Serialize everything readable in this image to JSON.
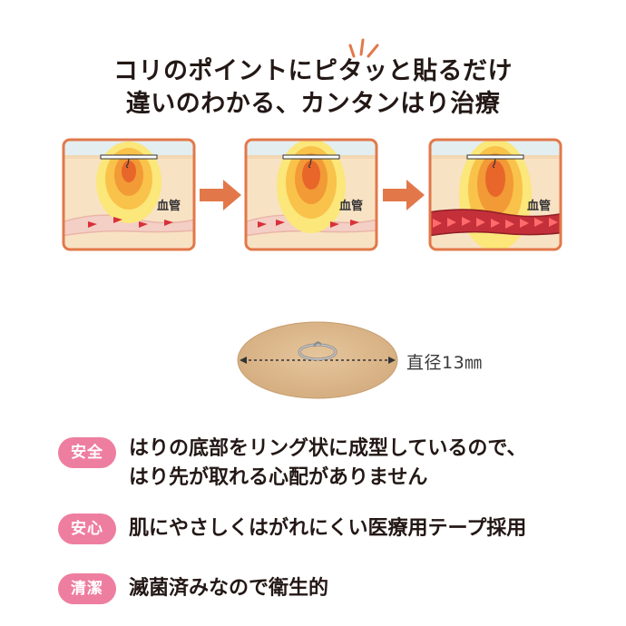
{
  "headline": {
    "line1": "コリのポイントにピタッと貼るだけ",
    "line2": "違いのわかる、カンタンはり治療"
  },
  "diagram": {
    "panels": [
      {
        "label": "血管",
        "heat_level": 1,
        "blood_flow": "normal"
      },
      {
        "label": "血管",
        "heat_level": 2,
        "blood_flow": "normal"
      },
      {
        "label": "血管",
        "heat_level": 3,
        "blood_flow": "increased"
      }
    ]
  },
  "patch": {
    "diameter_label": "直径13㎜"
  },
  "features": [
    {
      "badge": "安全",
      "lines": [
        "はりの底部をリング状に成型しているので、",
        "はり先が取れる心配がありません"
      ]
    },
    {
      "badge": "安心",
      "lines": [
        "肌にやさしくはがれにくい医療用テープ採用"
      ]
    },
    {
      "badge": "清潔",
      "lines": [
        "滅菌済みなので衛生的"
      ]
    }
  ],
  "colors": {
    "panel_border": "#e2784a",
    "skin": "#f8e2c4",
    "skin_top": "#e2eef0",
    "arrow": "#e2784a",
    "badge": "#ee7ea0",
    "vessel": "#e9b5a8",
    "vessel_strong": "#c4303a",
    "blood_arrow": "#d8303a",
    "patch": "#dcb88e"
  }
}
